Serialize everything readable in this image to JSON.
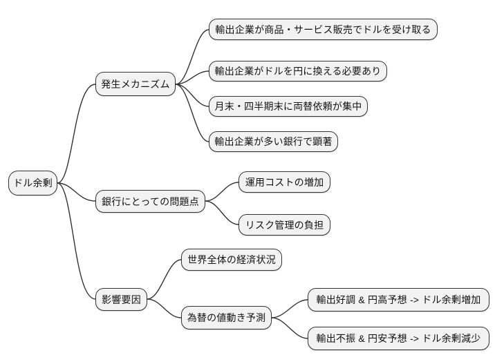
{
  "style": {
    "node_fill": "#f2f2f2",
    "node_border": "#333333",
    "edge_color": "#333333",
    "text_color": "#111111",
    "background": "#ffffff"
  },
  "mindmap": {
    "root": {
      "label": "ドル余剰",
      "children": [
        {
          "label": "発生メカニズム",
          "children": [
            {
              "label": "輸出企業が商品・サービス販売でドルを受け取る",
              "children": []
            },
            {
              "label": "輸出企業がドルを円に換える必要あり",
              "children": []
            },
            {
              "label": "月末・四半期末に両替依頼が集中",
              "children": []
            },
            {
              "label": "輸出企業が多い銀行で顕著",
              "children": []
            }
          ]
        },
        {
          "label": "銀行にとっての問題点",
          "children": [
            {
              "label": "運用コストの増加",
              "children": []
            },
            {
              "label": "リスク管理の負担",
              "children": []
            }
          ]
        },
        {
          "label": "影響要因",
          "children": [
            {
              "label": "世界全体の経済状況",
              "children": []
            },
            {
              "label": "為替の値動き予測",
              "children": [
                {
                  "label": "輸出好調 & 円高予想 -> ドル余剰増加",
                  "children": []
                },
                {
                  "label": "輸出不振 & 円安予想 -> ドル余剰減少",
                  "children": []
                }
              ]
            }
          ]
        }
      ]
    }
  }
}
